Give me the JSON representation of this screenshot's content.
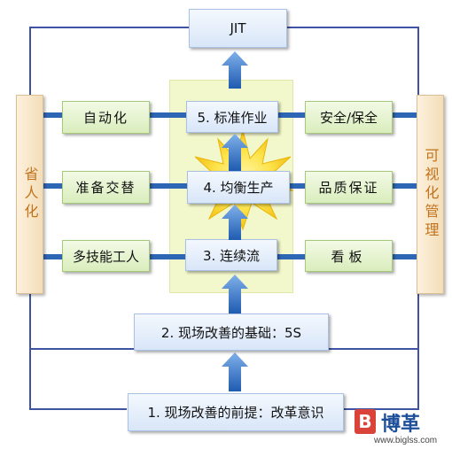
{
  "jit": "JIT",
  "left_pillar": "省人化",
  "right_pillar": "可视化管理",
  "center": [
    {
      "label": "5. 标准作业"
    },
    {
      "label": "4. 均衡生产"
    },
    {
      "label": "3. 连续流"
    }
  ],
  "left_boxes": [
    "自动化",
    "准备交替",
    "多技能工人"
  ],
  "right_boxes": [
    "安全/保全",
    "品质保证",
    "看板"
  ],
  "base2": "2. 现场改善的基础：5S",
  "base1": "1. 现场改善的前提：改革意识",
  "logo": {
    "mark": "B",
    "name": "博革",
    "url": "www.biglss.com"
  },
  "colors": {
    "frame": "#3f53a4",
    "arrow": "#2e66b6",
    "pillar_text": "#c0731c"
  }
}
